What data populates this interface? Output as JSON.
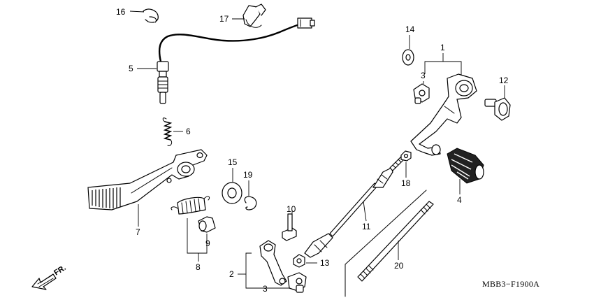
{
  "diagram_code": "MBB3−F1900A",
  "direction_label": "FR.",
  "callouts": {
    "p1": "1",
    "p2": "2",
    "p3a": "3",
    "p3b": "3",
    "p4": "4",
    "p5": "5",
    "p6": "6",
    "p7": "7",
    "p8": "8",
    "p9": "9",
    "p10": "10",
    "p11": "11",
    "p12": "12",
    "p13": "13",
    "p14": "14",
    "p15": "15",
    "p16": "16",
    "p17": "17",
    "p18": "18",
    "p19": "19",
    "p20": "20"
  }
}
